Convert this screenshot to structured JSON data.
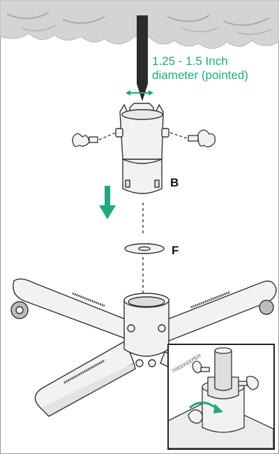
{
  "diagram": {
    "callout_text": "1.25 - 1.5 Inch\ndiameter (pointed)",
    "labels": {
      "b": "B",
      "f": "F"
    },
    "brand_text": "TREEKEEPER",
    "colors": {
      "accent": "#1fa882",
      "outline": "#333333",
      "part_fill": "#f2f2f2",
      "trunk": "#2b2b2b",
      "foliage": "#cfcfcf"
    }
  }
}
